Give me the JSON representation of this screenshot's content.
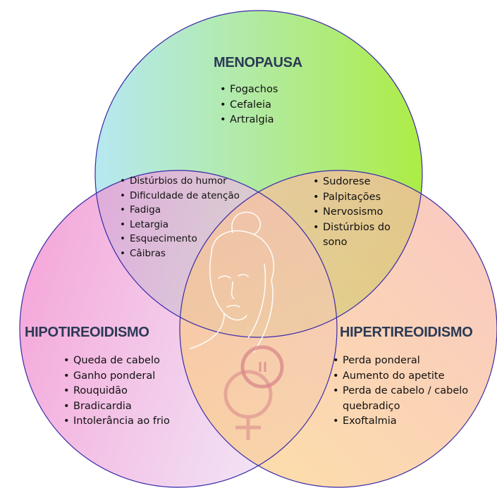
{
  "menopausa": {
    "title": "MENOPAUSA",
    "items": [
      "Fogachos",
      "Cefaleia",
      "Artralgia"
    ],
    "color_start": "#a9e4ef",
    "color_end": "#a8ec3a"
  },
  "hipotireoidismo": {
    "title": "HIPOTIREOIDISMO",
    "items": [
      "Queda de cabelo",
      "Ganho ponderal",
      "Rouquidão",
      "Bradicardia",
      "Intolerância ao frio"
    ],
    "color_start": "#f27fc8",
    "color_end": "#ead8f2"
  },
  "hipertireoidismo": {
    "title": "HIPERTIREOIDISMO",
    "items": [
      "Perda ponderal",
      "Aumento do apetite",
      "Perda de cabelo / cabelo",
      "quebradiço",
      "Exoftalmia"
    ],
    "color_start": "#f7b3b0",
    "color_end": "#fbd07a"
  },
  "overlap_meno_hipo": {
    "items": [
      "Distúrbios do humor",
      "Dificuldade de atenção",
      "Fadiga",
      "Letargia",
      "Esquecimento",
      "Câibras"
    ]
  },
  "overlap_meno_hiper": {
    "items": [
      "Sudorese",
      "Palpitações",
      "Nervosismo",
      "Distúrbios do",
      "sono"
    ]
  },
  "outline_color": "#3a2aa8",
  "illustration_color": "#d9868a"
}
